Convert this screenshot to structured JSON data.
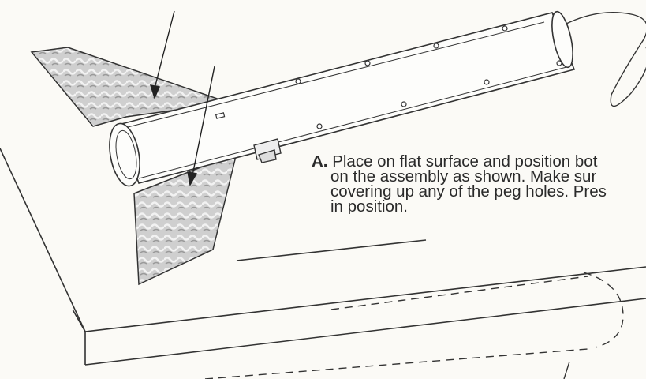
{
  "instruction": {
    "step_letter": "A.",
    "lines": [
      "Place on flat surface and position bot",
      "on the assembly as shown. Make sur",
      "covering up any of the peg holes. Pres",
      "in position."
    ]
  }
}
